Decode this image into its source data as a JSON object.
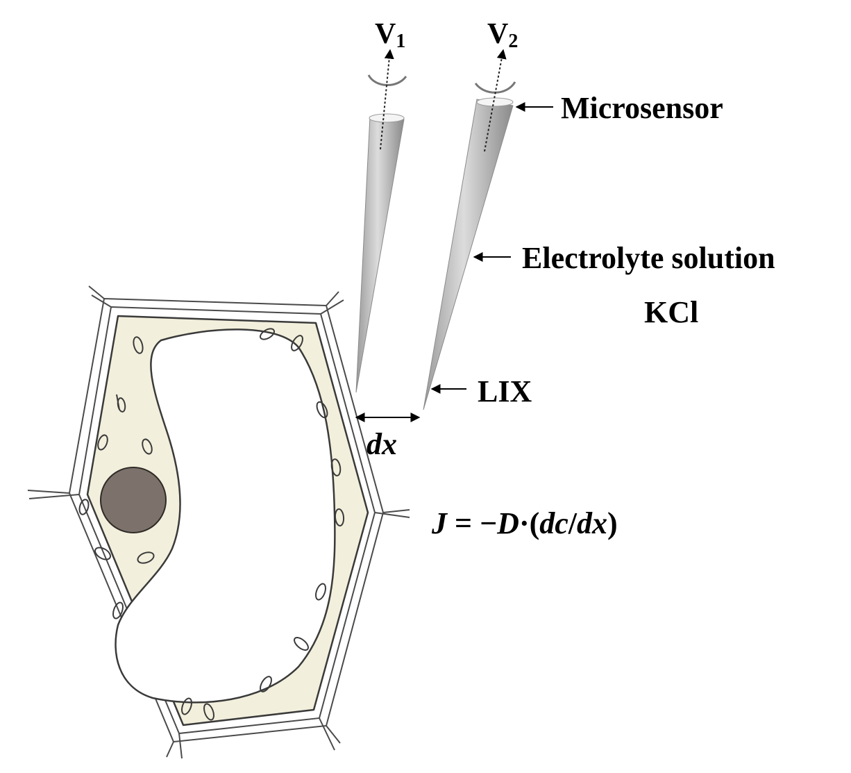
{
  "colors": {
    "cytoplasm": "#f2efdc",
    "nucleus": "#7c726b",
    "electrode_dark": "#8c8c8c",
    "electrode_light": "#d9d9d9",
    "line": "#3a3a3a"
  },
  "electrodes": [
    {
      "label_main": "V",
      "label_sub": "1"
    },
    {
      "label_main": "V",
      "label_sub": "2"
    }
  ],
  "labels": {
    "microsensor": "Microsensor",
    "electrolyte": "Electrolyte solution",
    "kcl": "KCl",
    "lix": "LIX",
    "dx": "dx",
    "equation": {
      "J": "J",
      "eq": " = −",
      "D": "D",
      "dot_open": "·(",
      "dc": "dc",
      "slash": "/",
      "dx": "dx",
      "close": ")"
    }
  }
}
